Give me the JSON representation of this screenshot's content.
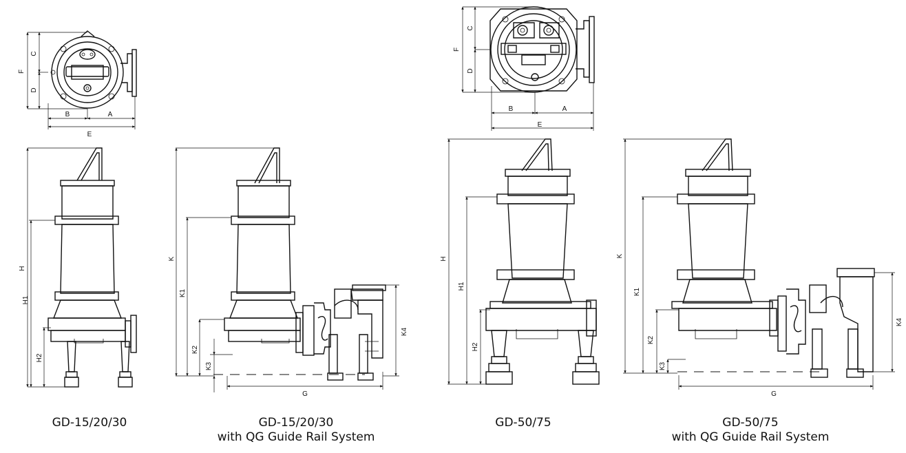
{
  "dimensions": {
    "A": "A",
    "B": "B",
    "C": "C",
    "D": "D",
    "E": "E",
    "F": "F",
    "G": "G",
    "H": "H",
    "H1": "H1",
    "H2": "H2",
    "K": "K",
    "K1": "K1",
    "K2": "K2",
    "K3": "K3",
    "K4": "K4"
  },
  "captions": {
    "model_small": "GD-15/20/30",
    "model_small_rail_line1": "GD-15/20/30",
    "model_small_rail_line2": "with QG Guide Rail System",
    "model_large": "GD-50/75",
    "model_large_rail_line1": "GD-50/75",
    "model_large_rail_line2": "with QG Guide Rail System"
  }
}
